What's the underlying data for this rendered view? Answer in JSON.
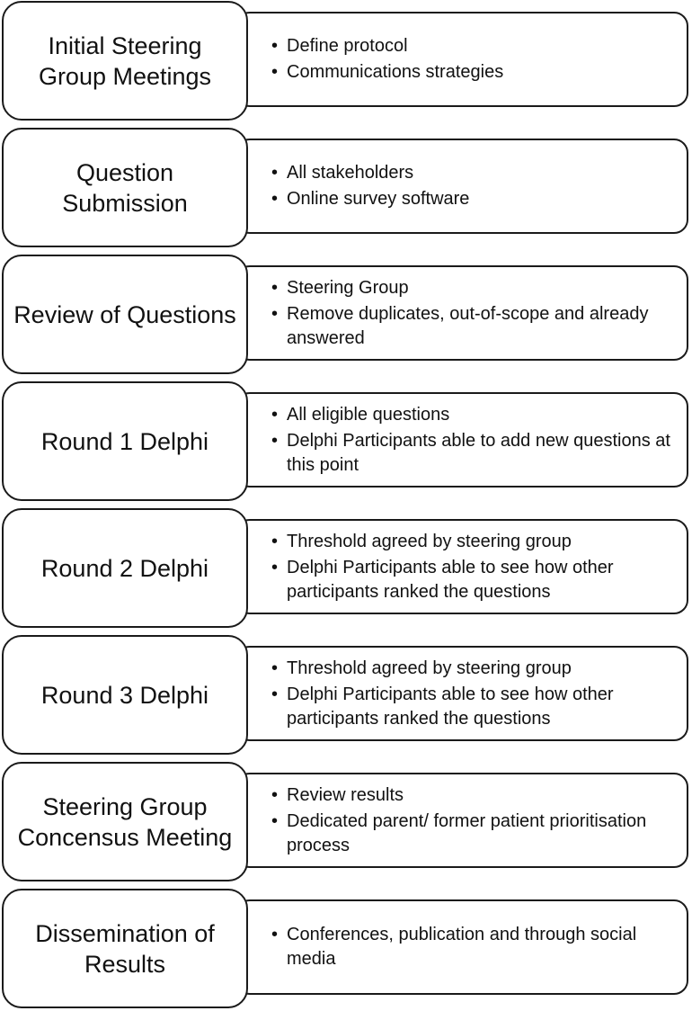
{
  "steps": [
    {
      "stage": "Initial Steering Group Meetings",
      "bullets": [
        "Define protocol",
        "Communications strategies"
      ]
    },
    {
      "stage": "Question Submission",
      "bullets": [
        "All stakeholders",
        "Online survey software"
      ]
    },
    {
      "stage": "Review of Questions",
      "bullets": [
        "Steering Group",
        "Remove duplicates, out-of-scope and already answered"
      ]
    },
    {
      "stage": "Round 1 Delphi",
      "bullets": [
        "All eligible questions",
        "Delphi Participants able to add new questions at this point"
      ]
    },
    {
      "stage": "Round 2 Delphi",
      "bullets": [
        "Threshold agreed by steering group",
        "Delphi Participants able to see how other participants ranked the questions"
      ]
    },
    {
      "stage": "Round 3 Delphi",
      "bullets": [
        "Threshold agreed by steering group",
        "Delphi Participants able to see how other participants ranked the questions"
      ]
    },
    {
      "stage": "Steering Group Concensus Meeting",
      "bullets": [
        "Review results",
        "Dedicated parent/ former patient prioritisation process"
      ]
    },
    {
      "stage": "Dissemination of Results",
      "bullets": [
        "Conferences, publication and through social media"
      ]
    }
  ],
  "bullet_glyph": "•"
}
